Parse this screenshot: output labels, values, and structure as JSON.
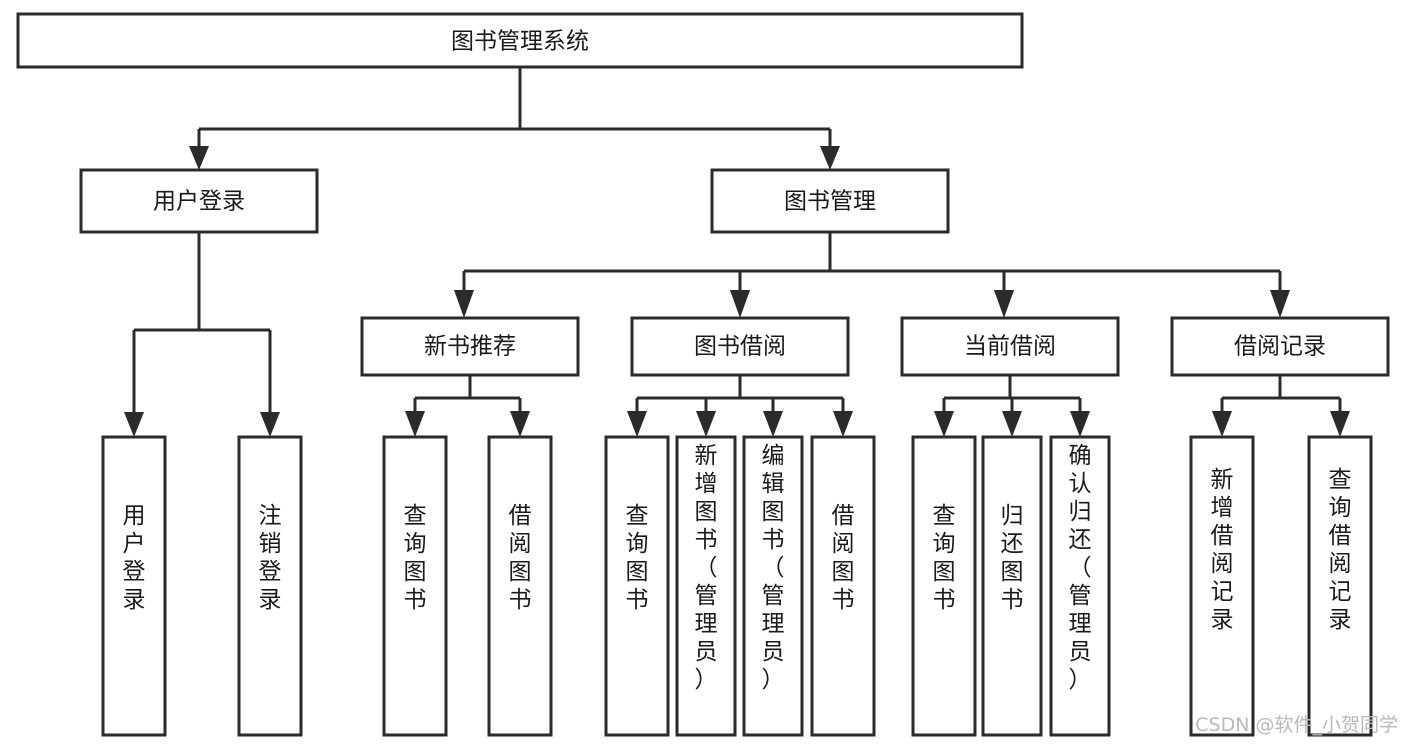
{
  "diagram": {
    "type": "tree-hierarchy-chart",
    "title": "图书管理系统",
    "levels": 4,
    "root": {
      "id": "root",
      "label": "图书管理系统",
      "orientation": "horizontal"
    },
    "level2": [
      {
        "id": "user-login",
        "label": "用户登录",
        "orientation": "horizontal"
      },
      {
        "id": "book-manage",
        "label": "图书管理",
        "orientation": "horizontal"
      }
    ],
    "level3": [
      {
        "id": "new-book-recommend",
        "label": "新书推荐",
        "orientation": "horizontal",
        "parent": "book-manage"
      },
      {
        "id": "book-borrow",
        "label": "图书借阅",
        "orientation": "horizontal",
        "parent": "book-manage"
      },
      {
        "id": "current-borrow",
        "label": "当前借阅",
        "orientation": "horizontal",
        "parent": "book-manage"
      },
      {
        "id": "borrow-record",
        "label": "借阅记录",
        "orientation": "horizontal",
        "parent": "book-manage"
      }
    ],
    "leaves": {
      "user_login": [
        {
          "id": "leaf-user-login",
          "label": "用户登录",
          "lines": [
            "用",
            "户",
            "登",
            "录"
          ]
        },
        {
          "id": "leaf-logout-login",
          "label": "注销登录",
          "lines": [
            "注",
            "销",
            "登",
            "录"
          ]
        }
      ],
      "new_book_recommend": [
        {
          "id": "leaf-query-book-1",
          "label": "查询图书",
          "lines": [
            "查",
            "询",
            "图",
            "书"
          ]
        },
        {
          "id": "leaf-borrow-book-1",
          "label": "借阅图书",
          "lines": [
            "借",
            "阅",
            "图",
            "书"
          ]
        }
      ],
      "book_borrow": [
        {
          "id": "leaf-query-book-2",
          "label": "查询图书",
          "lines": [
            "查",
            "询",
            "图",
            "书"
          ]
        },
        {
          "id": "leaf-add-book",
          "label": "新增图书（管理员）",
          "lines": [
            "新",
            "增",
            "图",
            "书",
            "（",
            "管",
            "理",
            "员",
            "）"
          ]
        },
        {
          "id": "leaf-edit-book",
          "label": "编辑图书（管理员）",
          "lines": [
            "编",
            "辑",
            "图",
            "书",
            "（",
            "管",
            "理",
            "员",
            "）"
          ]
        },
        {
          "id": "leaf-borrow-book-2",
          "label": "借阅图书",
          "lines": [
            "借",
            "阅",
            "图",
            "书"
          ]
        }
      ],
      "current_borrow": [
        {
          "id": "leaf-query-book-3",
          "label": "查询图书",
          "lines": [
            "查",
            "询",
            "图",
            "书"
          ]
        },
        {
          "id": "leaf-return-book",
          "label": "归还图书",
          "lines": [
            "归",
            "还",
            "图",
            "书"
          ]
        },
        {
          "id": "leaf-confirm-return",
          "label": "确认归还（管理员）",
          "lines": [
            "确",
            "认",
            "归",
            "还",
            "（",
            "管",
            "理",
            "员",
            "）"
          ]
        }
      ],
      "borrow_record": [
        {
          "id": "leaf-add-record",
          "label": "新增借阅记录",
          "lines": [
            "新",
            "增",
            "借",
            "阅",
            "记",
            "录"
          ]
        },
        {
          "id": "leaf-query-record",
          "label": "查询借阅记录",
          "lines": [
            "查",
            "询",
            "借",
            "阅",
            "记",
            "录"
          ]
        }
      ]
    }
  },
  "watermark": {
    "text": "CSDN @软件_小贺同学"
  },
  "colors": {
    "box_stroke": "#2b2b2b",
    "box_fill": "#ffffff",
    "text": "#1a1a1a",
    "line": "#2b2b2b",
    "watermark": "#b9b9b9",
    "background": "#ffffff"
  }
}
